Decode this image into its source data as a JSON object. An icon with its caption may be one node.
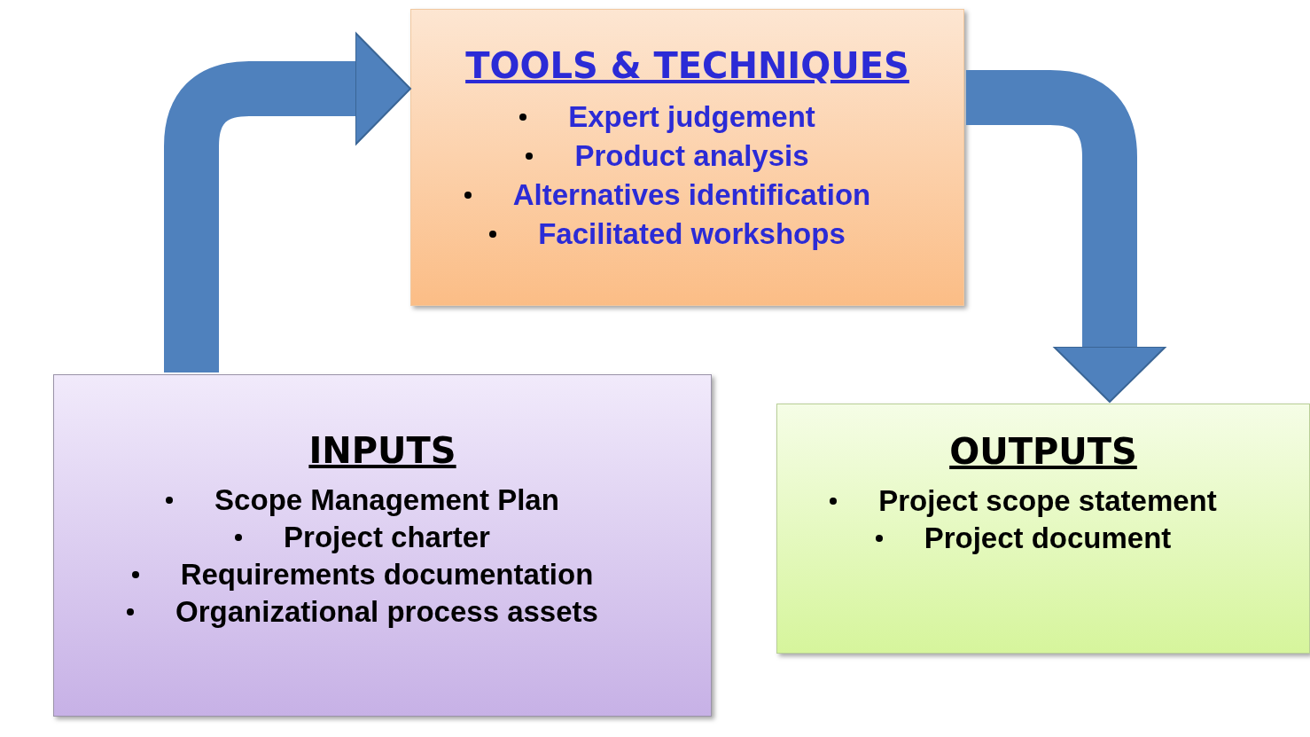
{
  "diagram": {
    "nodes": [
      {
        "text": [
          "TOOLS & TECHNIQUES",
          "Expert judgement",
          "Product analysis",
          "Alternatives identification",
          "Facilitated workshops"
        ]
      },
      {
        "text": [
          "INPUTS",
          "Scope Management Plan",
          "Project charter",
          "Requirements documentation",
          "Organizational process assets"
        ]
      },
      {
        "text": [
          "OUTPUTS",
          "Project scope statement",
          "Project document"
        ]
      }
    ],
    "edges": [
      {
        "from": 1,
        "to": 0,
        "arrow": "to"
      },
      {
        "from": 0,
        "to": 2,
        "arrow": "to"
      }
    ]
  }
}
